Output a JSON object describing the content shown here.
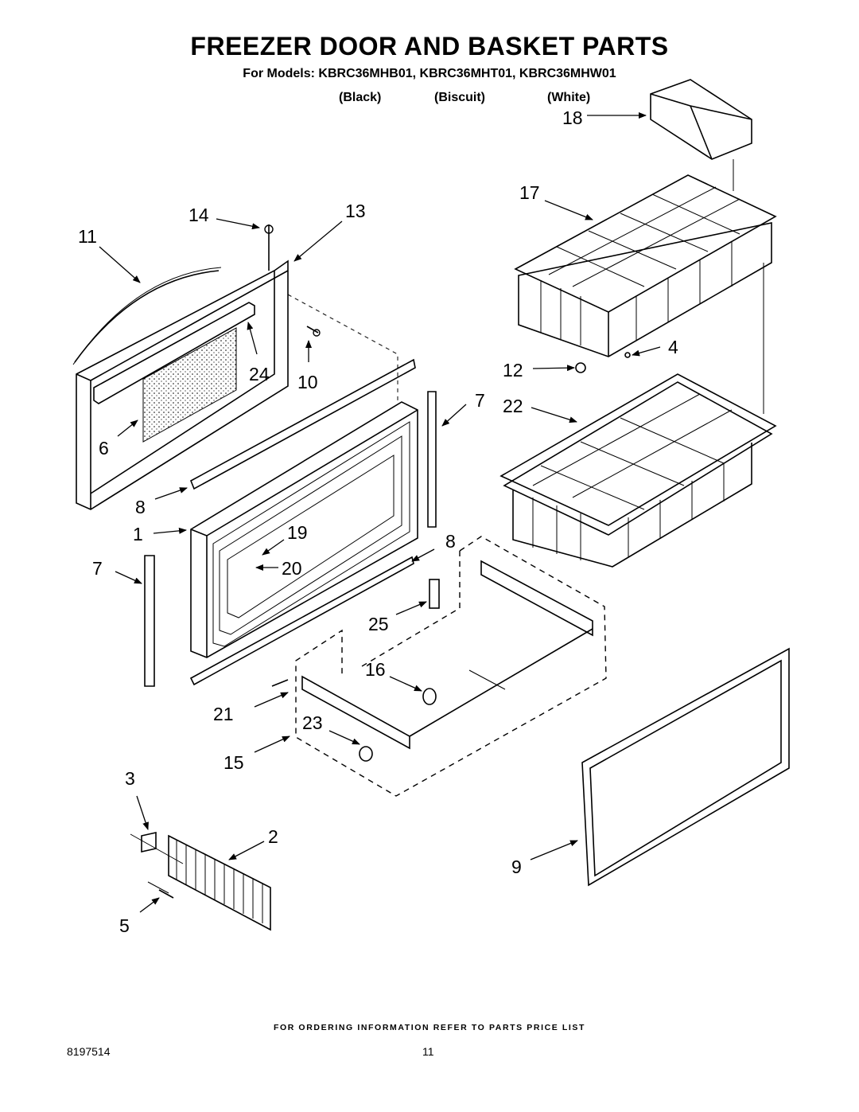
{
  "title": "FREEZER DOOR AND BASKET PARTS",
  "models_line": "For Models: KBRC36MHB01, KBRC36MHT01, KBRC36MHW01",
  "color_labels": [
    "(Black)",
    "(Biscuit)",
    "(White)"
  ],
  "callouts": [
    "18",
    "17",
    "14",
    "13",
    "11",
    "24",
    "10",
    "4",
    "12",
    "6",
    "7",
    "22",
    "8",
    "1",
    "19",
    "20",
    "7",
    "8",
    "25",
    "16",
    "21",
    "23",
    "15",
    "3",
    "2",
    "9",
    "5"
  ],
  "footer_note": "FOR ORDERING INFORMATION REFER TO PARTS PRICE LIST",
  "doc_number": "8197514",
  "page_number": "11"
}
